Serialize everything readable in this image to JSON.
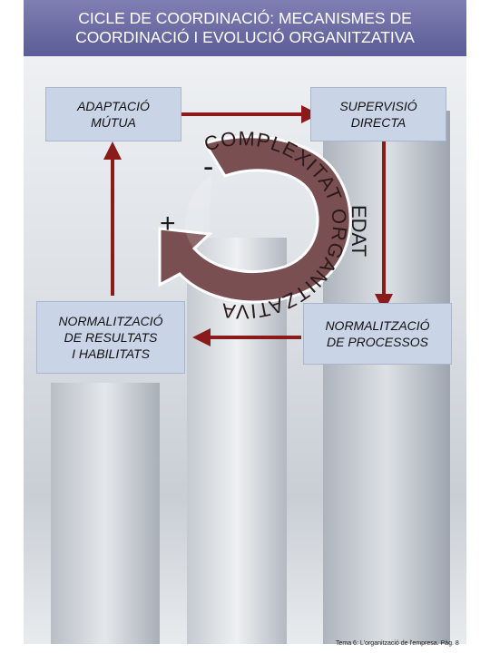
{
  "header": {
    "title_line1": "CICLE DE COORDINACIÓ: MECANISMES DE",
    "title_line2": "COORDINACIÓ I EVOLUCIÓ ORGANITZATIVA"
  },
  "boxes": {
    "top_left": [
      "ADAPTACIÓ",
      "MÚTUA"
    ],
    "top_right": [
      "SUPERVISIÓ",
      "DIRECTA"
    ],
    "bottom_left": [
      "NORMALITZACIÓ",
      "DE RESULTATS",
      "I HABILITATS"
    ],
    "bottom_right": [
      "NORMALITZACIÓ",
      "DE PROCESSOS"
    ]
  },
  "cycle": {
    "arc_text_outer": "COMPLEXITAT ORGANITZATIVA",
    "edat_text": "EDAT",
    "minus_sign": "-",
    "plus_sign": "+"
  },
  "footer": {
    "text": "Tema 6: L'organització de l'empresa. Pàg. 8"
  },
  "colors": {
    "title_bg": "#6b6ba6",
    "box_bg": "#c9d4e6",
    "arrow": "#8b1a1a",
    "cycle_fill": "#7a4f52"
  }
}
